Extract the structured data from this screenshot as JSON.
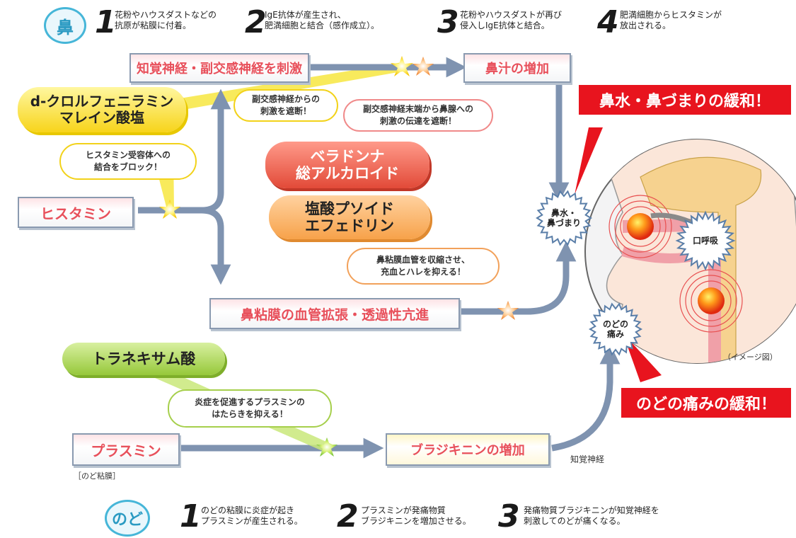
{
  "nose_badge": "鼻",
  "throat_badge": "のど",
  "nose_steps": [
    {
      "num": "1",
      "line1": "花粉やハウスダストなどの",
      "line2": "抗原が粘膜に付着。"
    },
    {
      "num": "2",
      "line1": "IgE抗体が産生され、",
      "line2": "肥満細胞と結合（感作成立）。"
    },
    {
      "num": "3",
      "line1": "花粉やハウスダストが再び",
      "line2": "侵入しIgE抗体と結合。"
    },
    {
      "num": "4",
      "line1": "肥満細胞からヒスタミンが",
      "line2": "放出される。"
    }
  ],
  "throat_steps": [
    {
      "num": "1",
      "line1": "のどの粘膜に炎症が起き",
      "line2": "プラスミンが産生される。"
    },
    {
      "num": "2",
      "line1": "プラスミンが発痛物質",
      "line2": "ブラジキニンを増加させる。"
    },
    {
      "num": "3",
      "line1": "発痛物質ブラジキニンが知覚神経を",
      "line2": "刺激してのどが痛くなる。"
    }
  ],
  "boxes": {
    "sensory_nerve": "知覚神経・副交感神経を刺激",
    "nasal_discharge": "鼻汁の増加",
    "histamine": "ヒスタミン",
    "vasodilation": "鼻粘膜の血管拡張・透過性亢進",
    "plasmin": "プラスミン",
    "bradykinin": "ブラジキニンの増加"
  },
  "drugs": {
    "chlorphen_line1": "d-クロルフェニラミン",
    "chlorphen_line2": "マレイン酸塩",
    "belladonna_line1": "ベラドンナ",
    "belladonna_line2": "総アルカロイド",
    "pseudo_line1": "塩酸プソイド",
    "pseudo_line2": "エフェドリン",
    "tranexamic": "トラネキサム酸"
  },
  "bubbles": {
    "parasym_line1": "副交感神経からの",
    "parasym_line2": "刺激を遮断！",
    "nerve_end_line1": "副交感神経末端から鼻腺への",
    "nerve_end_line2": "刺激の伝達を遮断！",
    "receptor_line1": "ヒスタミン受容体への",
    "receptor_line2": "結合をブロック！",
    "vessel_line1": "鼻粘膜血管を収縮させ、",
    "vessel_line2": "充血とハレを抑える！",
    "plasmin_line1": "炎症を促進するプラスミンの",
    "plasmin_line2": "はたらきを抑える！"
  },
  "bursts": {
    "nose_line1": "鼻水・",
    "nose_line2": "鼻づまり",
    "throat_line1": "のどの",
    "throat_line2": "痛み"
  },
  "banners": {
    "nose_relief": "鼻水・鼻づまりの緩和！",
    "throat_relief": "のどの痛みの緩和！"
  },
  "labels": {
    "mouth_breathing": "口呼吸",
    "image_note": "（イメージ図）",
    "sensory_nerve": "知覚神経",
    "throat_mucosa": "［のど粘膜］"
  },
  "colors": {
    "arrow": "#7f93b0",
    "accent_red": "#e8141e",
    "label_text": "#e8505b",
    "badge": "#46b6d8"
  }
}
